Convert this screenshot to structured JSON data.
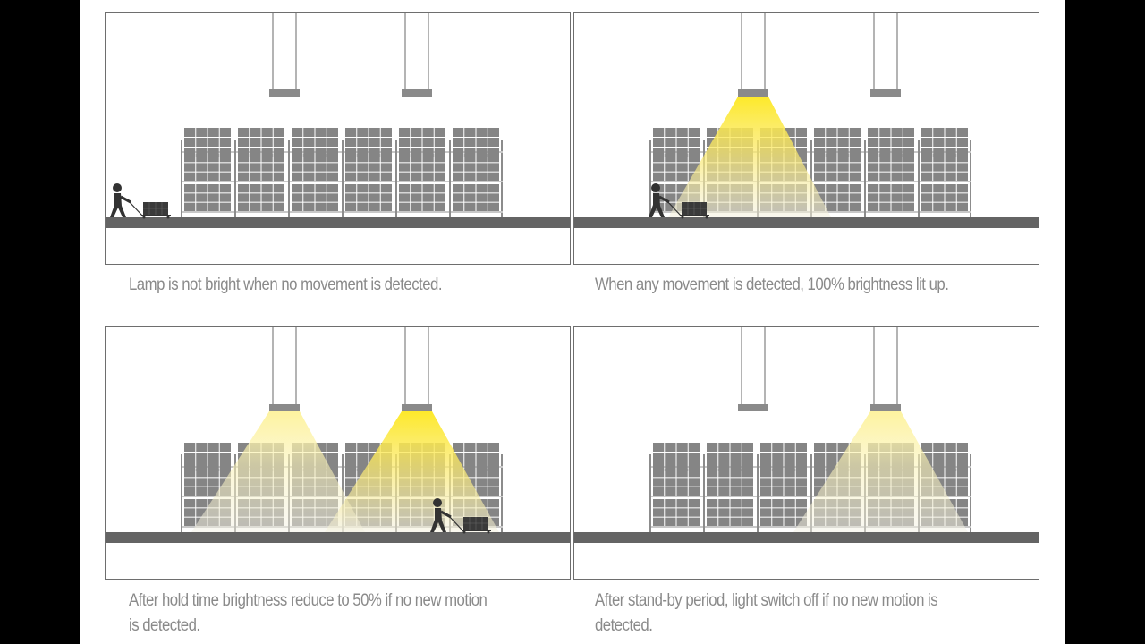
{
  "colors": {
    "background": "#ffffff",
    "side_bars": "#000000",
    "frame": "#6e6e6e",
    "floor": "#646464",
    "rack": "#8c8c8c",
    "lamp": "#8a8a8a",
    "light_full": "#fde92a",
    "light_half": "#fbf3a0",
    "caption_text": "#8a8a8a",
    "person": "#333333"
  },
  "panels": [
    {
      "id": "no-motion",
      "caption_lines": [
        "Lamp is not bright when no movement is detected."
      ],
      "lamps": [
        {
          "state": "off"
        },
        {
          "state": "off"
        }
      ],
      "worker_position": "left"
    },
    {
      "id": "motion-detected",
      "caption_lines": [
        "When any movement is detected, 100% brightness lit up."
      ],
      "lamps": [
        {
          "state": "100%"
        },
        {
          "state": "off"
        }
      ],
      "worker_position": "left"
    },
    {
      "id": "hold-time",
      "caption_lines": [
        "After hold time brightness reduce to 50% if no new motion",
        "is detected."
      ],
      "lamps": [
        {
          "state": "50%"
        },
        {
          "state": "100%"
        }
      ],
      "worker_position": "right"
    },
    {
      "id": "stand-by",
      "caption_lines": [
        "After stand-by period, light switch off if no new motion is",
        "detected."
      ],
      "lamps": [
        {
          "state": "off"
        },
        {
          "state": "50%"
        }
      ],
      "worker_position": "none"
    }
  ]
}
